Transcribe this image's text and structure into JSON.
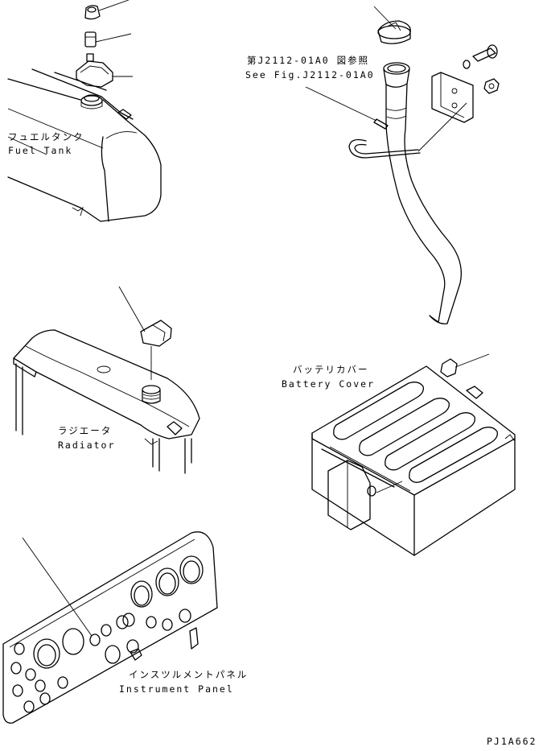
{
  "labels": {
    "fuel_tank_jp": "フュエルタンク",
    "fuel_tank_en": "Fuel Tank",
    "see_fig_jp": "第J2112-01A0 図参照",
    "see_fig_en": "See Fig.J2112-01A0",
    "radiator_jp": "ラジエータ",
    "radiator_en": "Radiator",
    "battery_cover_jp": "バッテリカバー",
    "battery_cover_en": "Battery Cover",
    "instrument_panel_jp": "インスツルメントパネル",
    "instrument_panel_en": "Instrument Panel",
    "drawing_code": "PJ1A662"
  }
}
